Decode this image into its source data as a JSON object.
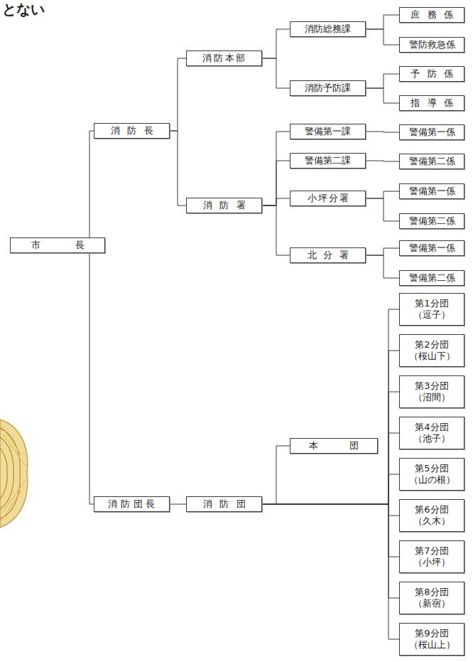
{
  "diagram": {
    "nodes": [
      {
        "text": [
          "市長"
        ]
      },
      {
        "text": [
          "消防長"
        ]
      },
      {
        "text": [
          "消防団長"
        ]
      },
      {
        "text": [
          "消防本部"
        ]
      },
      {
        "text": [
          "消防署"
        ]
      },
      {
        "text": [
          "消防団"
        ]
      },
      {
        "text": [
          "消防総務課"
        ]
      },
      {
        "text": [
          "消防予防課"
        ]
      },
      {
        "text": [
          "警備第一課"
        ]
      },
      {
        "text": [
          "警備第二課"
        ]
      },
      {
        "text": [
          "小坪分署"
        ]
      },
      {
        "text": [
          "北分署"
        ]
      },
      {
        "text": [
          "本団"
        ]
      },
      {
        "text": [
          "庶務係"
        ]
      },
      {
        "text": [
          "警防救急係"
        ]
      },
      {
        "text": [
          "予防係"
        ]
      },
      {
        "text": [
          "指導係"
        ]
      },
      {
        "text": [
          "警備第一係"
        ]
      },
      {
        "text": [
          "警備第二係"
        ]
      },
      {
        "text": [
          "警備第一係"
        ]
      },
      {
        "text": [
          "警備第二係"
        ]
      },
      {
        "text": [
          "警備第一係"
        ]
      },
      {
        "text": [
          "警備第二係"
        ]
      },
      {
        "text": [
          "第1分団",
          "（逗子）"
        ]
      },
      {
        "text": [
          "第2分団",
          "（桜山下）"
        ]
      },
      {
        "text": [
          "第3分団",
          "（沼間）"
        ]
      },
      {
        "text": [
          "第4分団",
          "（池子）"
        ]
      },
      {
        "text": [
          "第5分団",
          "（山の根）"
        ]
      },
      {
        "text": [
          "第6分団",
          "（久木）"
        ]
      },
      {
        "text": [
          "第7分団",
          "（小坪）"
        ]
      },
      {
        "text": [
          "第8分団",
          "（新宿）"
        ]
      },
      {
        "text": [
          "第9分団",
          "（桜山上）"
        ]
      }
    ],
    "edges": [
      {
        "from": 0,
        "to": 1,
        "arrow": "none"
      },
      {
        "from": 0,
        "to": 2,
        "arrow": "none"
      },
      {
        "from": 1,
        "to": 3,
        "arrow": "none"
      },
      {
        "from": 1,
        "to": 4,
        "arrow": "none"
      },
      {
        "from": 2,
        "to": 5,
        "arrow": "none"
      },
      {
        "from": 3,
        "to": 6,
        "arrow": "none"
      },
      {
        "from": 3,
        "to": 7,
        "arrow": "none"
      },
      {
        "from": 4,
        "to": 8,
        "arrow": "none"
      },
      {
        "from": 4,
        "to": 9,
        "arrow": "none"
      },
      {
        "from": 4,
        "to": 10,
        "arrow": "none"
      },
      {
        "from": 4,
        "to": 11,
        "arrow": "none"
      },
      {
        "from": 5,
        "to": 12,
        "arrow": "none"
      },
      {
        "from": 6,
        "to": 13,
        "arrow": "none"
      },
      {
        "from": 6,
        "to": 14,
        "arrow": "none"
      },
      {
        "from": 7,
        "to": 15,
        "arrow": "none"
      },
      {
        "from": 7,
        "to": 16,
        "arrow": "none"
      },
      {
        "from": 8,
        "to": 17,
        "arrow": "none"
      },
      {
        "from": 9,
        "to": 18,
        "arrow": "none"
      },
      {
        "from": 10,
        "to": 19,
        "arrow": "none"
      },
      {
        "from": 10,
        "to": 20,
        "arrow": "none"
      },
      {
        "from": 11,
        "to": 21,
        "arrow": "none"
      },
      {
        "from": 11,
        "to": 22,
        "arrow": "none"
      },
      {
        "from": 5,
        "to": 23,
        "arrow": "none"
      },
      {
        "from": 5,
        "to": 24,
        "arrow": "none"
      },
      {
        "from": 5,
        "to": 25,
        "arrow": "none"
      },
      {
        "from": 5,
        "to": 26,
        "arrow": "none"
      },
      {
        "from": 5,
        "to": 27,
        "arrow": "none"
      },
      {
        "from": 5,
        "to": 28,
        "arrow": "none"
      },
      {
        "from": 5,
        "to": 29,
        "arrow": "none"
      },
      {
        "from": 5,
        "to": 30,
        "arrow": "none"
      },
      {
        "from": 5,
        "to": 31,
        "arrow": "none"
      }
    ],
    "labels": [
      "とない"
    ]
  }
}
